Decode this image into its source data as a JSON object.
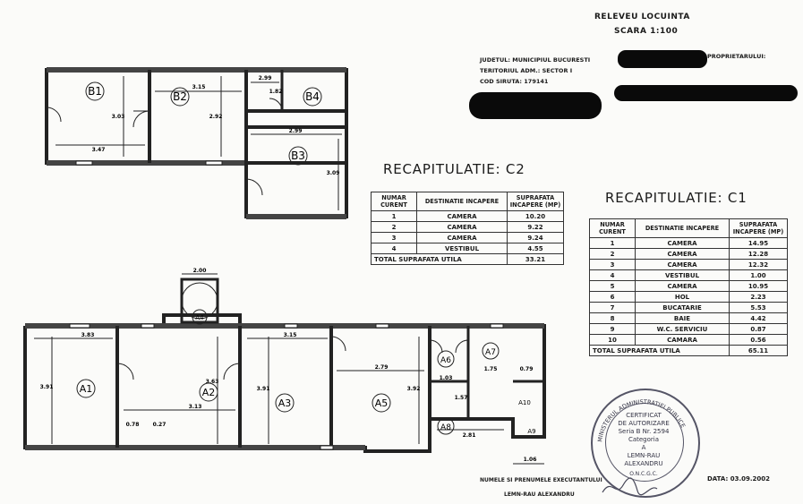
{
  "header": {
    "title": "RELEVEU LOCUINTA",
    "scale": "SCARA 1:100"
  },
  "meta": {
    "county": "JUDETUL: MUNICIPIUL BUCURESTI",
    "territory": "TERITORIUL ADM.: SECTOR I",
    "siruta": "COD SIRUTA: 179141",
    "owner_label": "PROPRIETARULUI:"
  },
  "plan_c2": {
    "rooms": {
      "b1": "B1",
      "b2": "B2",
      "b3": "B3",
      "b4": "B4"
    },
    "dims": {
      "d1": "3.47",
      "d2": "3.15",
      "d3": "2.99",
      "d4": "2.99",
      "d5": "3.03",
      "d6": "2.92",
      "d7": "3.09",
      "d8": "1.82"
    }
  },
  "plan_c1": {
    "rooms": {
      "a1": "A1",
      "a2": "A2",
      "a3": "A3",
      "a4": "A4",
      "a5": "A5",
      "a6": "A6",
      "a7": "A7",
      "a8": "A8",
      "a9": "A9",
      "a10": "A10"
    },
    "dims": {
      "d1": "3.83",
      "d2": "3.13",
      "d3": "3.15",
      "d4": "2.79",
      "d5": "2.81",
      "d6": "3.91",
      "d7": "3.63",
      "d8": "3.91",
      "d9": "3.92",
      "d10": "2.00",
      "d11": "1.06",
      "d12": "0.78",
      "d13": "0.27",
      "d14": "1.75",
      "d15": "0.79",
      "d16": "1.03",
      "d17": "1.57"
    }
  },
  "recap_c2": {
    "title": "RECAPITULATIE: C2",
    "headers": [
      "NUMAR CURENT",
      "DESTINATIE INCAPERE",
      "SUPRAFATA INCAPERE (MP)"
    ],
    "rows": [
      [
        "1",
        "CAMERA",
        "10.20"
      ],
      [
        "2",
        "CAMERA",
        "9.22"
      ],
      [
        "3",
        "CAMERA",
        "9.24"
      ],
      [
        "4",
        "VESTIBUL",
        "4.55"
      ]
    ],
    "total_label": "TOTAL SUPRAFATA UTILA",
    "total_value": "33.21"
  },
  "recap_c1": {
    "title": "RECAPITULATIE: C1",
    "headers": [
      "NUMAR CURENT",
      "DESTINATIE INCAPERE",
      "SUPRAFATA INCAPERE (MP)"
    ],
    "rows": [
      [
        "1",
        "CAMERA",
        "14.95"
      ],
      [
        "2",
        "CAMERA",
        "12.28"
      ],
      [
        "3",
        "CAMERA",
        "12.32"
      ],
      [
        "4",
        "VESTIBUL",
        "1.00"
      ],
      [
        "5",
        "CAMERA",
        "10.95"
      ],
      [
        "6",
        "HOL",
        "2.23"
      ],
      [
        "7",
        "BUCATARIE",
        "5.53"
      ],
      [
        "8",
        "BAIE",
        "4.42"
      ],
      [
        "9",
        "W.C. SERVICIU",
        "0.87"
      ],
      [
        "10",
        "CAMARA",
        "0.56"
      ]
    ],
    "total_label": "TOTAL SUPRAFATA UTILA",
    "total_value": "65.11"
  },
  "footer": {
    "executant_label": "NUMELE SI PRENUMELE EXECUTANTULUI",
    "executant_name": "LEMN-RAU ALEXANDRU",
    "date": "DATA: 03.09.2002"
  },
  "stamp": {
    "line1": "CERTIFICAT",
    "line2": "DE AUTORIZARE",
    "line3": "Seria B Nr. 2594",
    "line4": "Categoria",
    "line5": "A",
    "line6": "LEMN-RAU",
    "line7": "ALEXANDRU",
    "arc": "MINISTERUL ADMINISTRATIEI PUBLICE",
    "ogc": "O.N.C.G.C."
  },
  "colors": {
    "ink": "#1a1a1a",
    "paper": "#fbfbf9",
    "redaction": "#0a0a0a",
    "stamp": "#556"
  }
}
